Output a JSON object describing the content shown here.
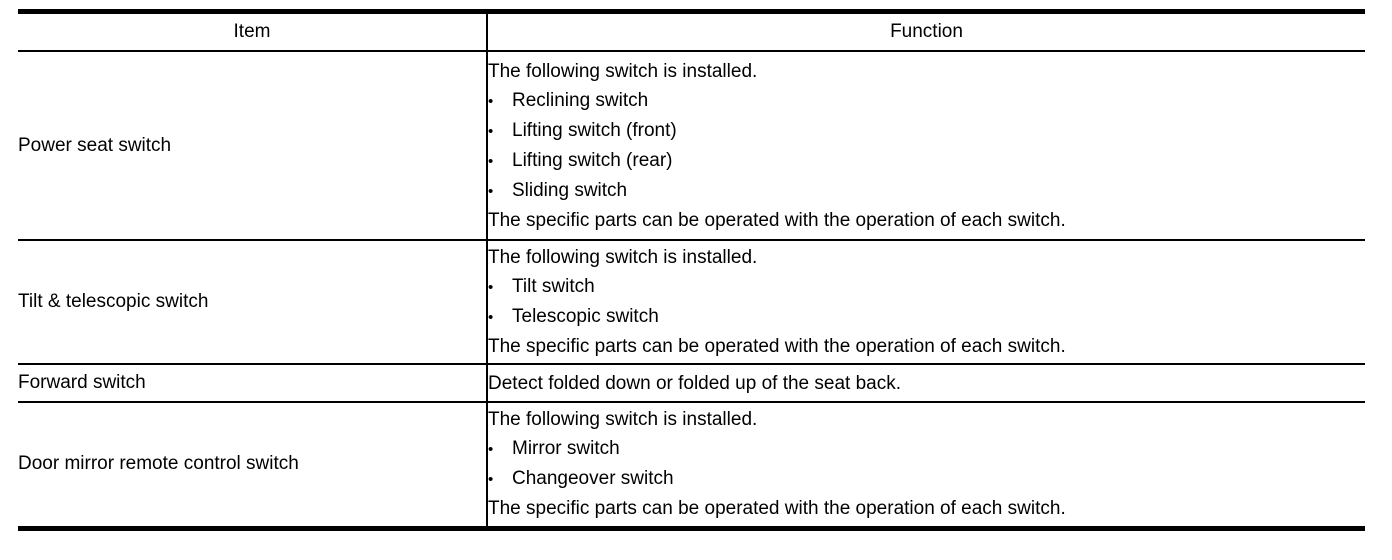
{
  "table": {
    "headers": [
      "Item",
      "Function"
    ],
    "bullet_glyph": "•",
    "rows": [
      {
        "item": "Power seat switch",
        "function": {
          "intro": "The following switch is installed.",
          "bullets": [
            "Reclining switch",
            "Lifting switch (front)",
            "Lifting switch (rear)",
            "Sliding switch"
          ],
          "outro": "The specific parts can be operated with the operation of each switch."
        }
      },
      {
        "item": "Tilt & telescopic switch",
        "function": {
          "intro": "The following switch is installed.",
          "bullets": [
            "Tilt switch",
            "Telescopic switch"
          ],
          "outro": "The specific parts can be operated with the operation of each switch."
        }
      },
      {
        "item": "Forward switch",
        "function": {
          "intro": "Detect folded down or folded up of the seat back.",
          "bullets": [],
          "outro": ""
        }
      },
      {
        "item": "Door mirror remote control switch",
        "function": {
          "intro": "The following switch is installed.",
          "bullets": [
            "Mirror switch",
            "Changeover switch"
          ],
          "outro": "The specific parts can be operated with the operation of each switch."
        }
      }
    ],
    "colors": {
      "border": "#000000",
      "text": "#000000",
      "background": "#ffffff"
    }
  }
}
